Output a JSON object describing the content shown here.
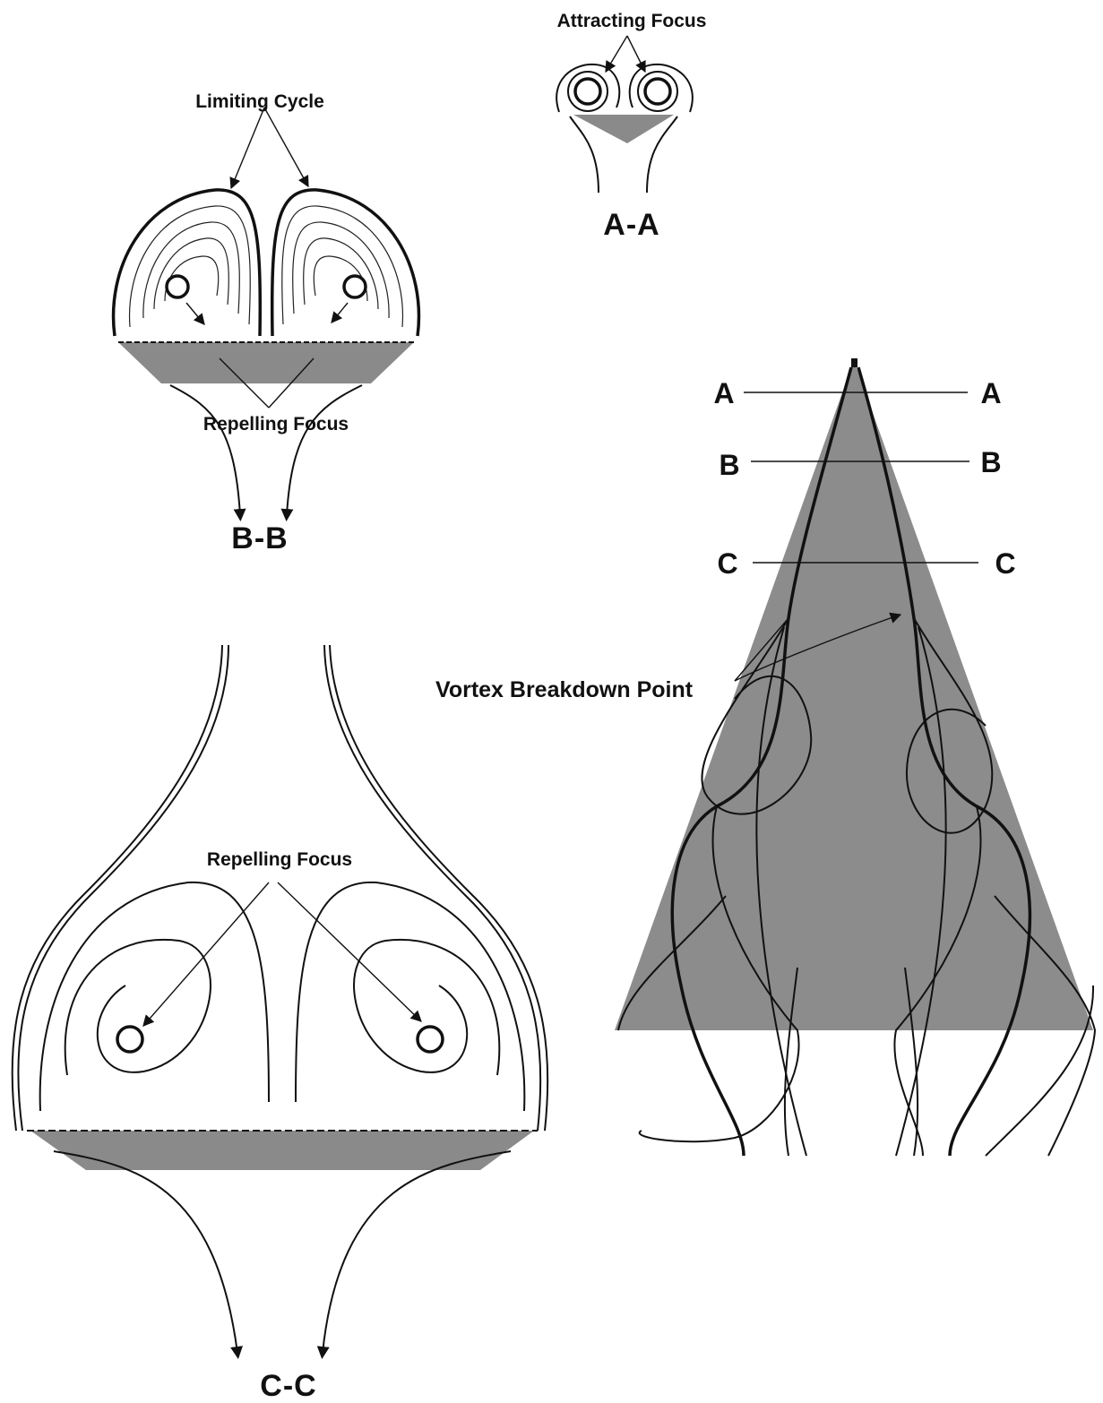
{
  "labels": {
    "attracting_focus": "Attracting Focus",
    "limiting_cycle": "Limiting Cycle",
    "repelling_focus_bb": "Repelling Focus",
    "repelling_focus_cc": "Repelling Focus",
    "vortex_breakdown_point": "Vortex Breakdown Point"
  },
  "section_titles": {
    "aa": "A-A",
    "bb": "B-B",
    "cc": "C-C"
  },
  "cut_letters": {
    "a_left": "A",
    "a_right": "A",
    "b_left": "B",
    "b_right": "B",
    "c_left": "C",
    "c_right": "C"
  },
  "colors": {
    "wing_fill": "#8c8c8c",
    "surface_fill": "#8a8a8a",
    "line": "#111111"
  }
}
